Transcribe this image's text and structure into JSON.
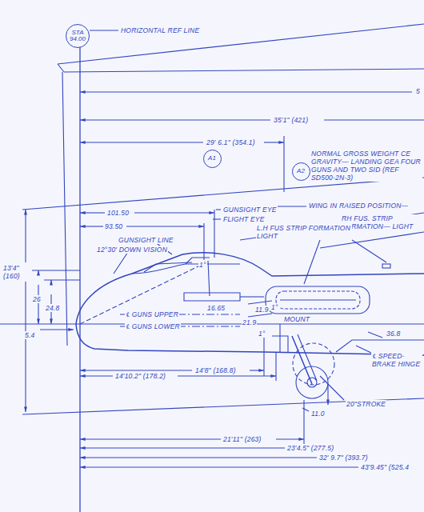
{
  "diagram": {
    "nodes": [
      {
        "text": [
          "STA 94.00"
        ]
      },
      {
        "text": [
          "A1"
        ]
      },
      {
        "text": [
          "A2"
        ]
      }
    ],
    "labels": [
      "HORIZONTAL REF LINE",
      "5",
      "35'1\" (421)",
      "29' 6.1\" (354.1)",
      "NORMAL GROSS WEIGHT CE GRAVITY— LANDING GEA FOUR GUNS AND TWO SID (REF SD500-2N-3)",
      "WING IN RAISED POSITION—",
      "101.50",
      "93.50",
      "GUNSIGHT EYE",
      "FLIGHT EYE",
      "GUNSIGHT LINE",
      "12°30' DOWN VISION",
      "1°",
      "RH FUS. STRIP FORMATION— LIGHT",
      "L.H FUS STRIP FORMATION LIGHT",
      "13'4\" (160)",
      "26",
      "24.8",
      "16.65",
      "11.9",
      "1°",
      "21.9",
      "1°",
      "MOUNT",
      "℄ GUNS UPPER",
      "℄ GUNS LOWER",
      "5.4",
      "36.8",
      "℄ SPEED- BRAKE HINGE",
      "14'8\" (168.8)",
      "14'10.2\" (178.2)",
      "20\"STROKE",
      "11.0",
      "21'11\" (263)",
      "23'4.5\" (277.5)",
      "32' 9.7\" (393.7)",
      "43'9.45\" (525.4"
    ]
  }
}
